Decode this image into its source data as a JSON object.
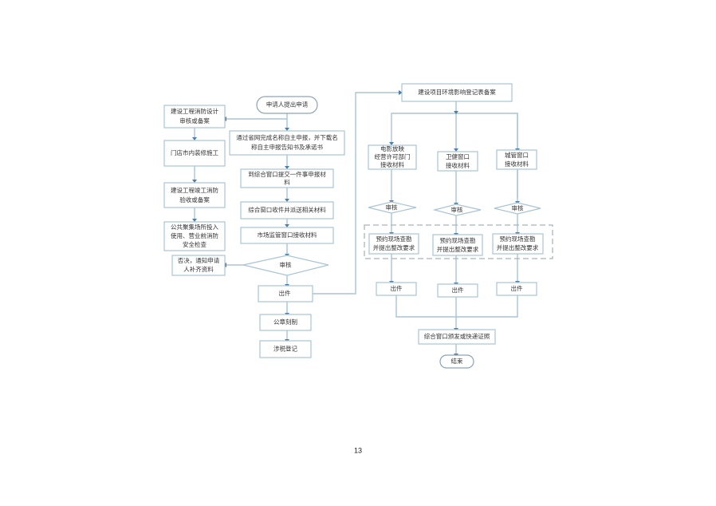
{
  "page_number": "13",
  "colors": {
    "box_border": "#a9c4d6",
    "connector": "#a9c4d6",
    "arrowhead": "#4d7fa8",
    "text": "#333333",
    "dashed_group": "#a8b4bf"
  },
  "nodes": {
    "start": "申请人提出申请",
    "fire_design": [
      "建设工程消防设计",
      "审核或备案"
    ],
    "interior": "门店市内装修施工",
    "fire_accept": [
      "建设工程竣工消防",
      "验收或备案"
    ],
    "safety_check": [
      "公共聚集场所投入",
      "使用、营业前消防",
      "安全检查"
    ],
    "name_declare": [
      "通过省网完成名称自主申报，并下载名",
      "称自主申报告知书及承诺书"
    ],
    "submit": [
      "到综合窗口提交一件事申报材",
      "料"
    ],
    "dispatch": "综合窗口收件并派送相关材料",
    "market_window": "市场监管窗口接收材料",
    "review_main": "审核",
    "reject": [
      "否决，通知申请",
      "人补齐资料"
    ],
    "issue_main": "出件",
    "seal": "公章刻制",
    "tax": "涉税登记",
    "env_record": "建设项目环境影响登记表备案",
    "film_window": [
      "电影放映",
      "经营许可部门",
      "接收材料"
    ],
    "health_window": [
      "卫健窗口",
      "接收材料"
    ],
    "urban_window": [
      "城管窗口",
      "接收材料"
    ],
    "review_1": "审核",
    "review_2": "审核",
    "review_3": "审核",
    "inspect_1": [
      "预约现场查勘",
      "并提出整改要求"
    ],
    "inspect_2": [
      "预约现场查勘",
      "并提出整改要求"
    ],
    "inspect_3": [
      "预约现场查勘",
      "并提出整改要求"
    ],
    "issue_1": "出件",
    "issue_2": "出件",
    "issue_3": "出件",
    "deliver": "综合窗口颁发或快递证照",
    "end": "结束"
  }
}
